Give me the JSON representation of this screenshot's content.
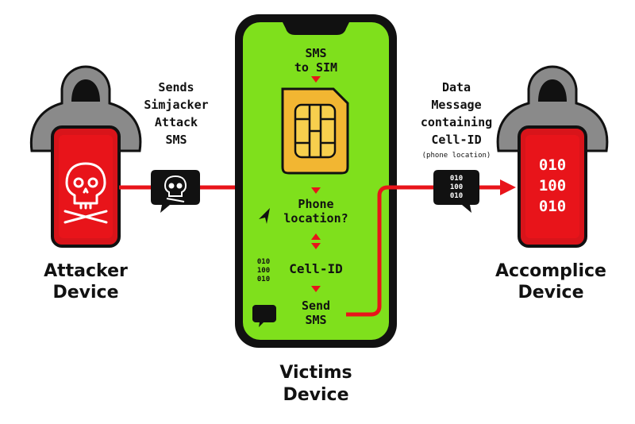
{
  "attacker": {
    "label_line1": "Attacker",
    "label_line2": "Device",
    "step_lines": [
      "Sends",
      "Simjacker",
      "Attack",
      "SMS"
    ]
  },
  "victim": {
    "label_line1": "Victims",
    "label_line2": "Device",
    "sms_to_sim_line1": "SMS",
    "sms_to_sim_line2": "to SIM",
    "phone_location_line1": "Phone",
    "phone_location_line2": "location?",
    "cell_id": "Cell-ID",
    "send_sms_line1": "Send",
    "send_sms_line2": "SMS",
    "binary_rows": [
      "010",
      "100",
      "010"
    ]
  },
  "accomplice": {
    "label_line1": "Accomplice",
    "label_line2": "Device",
    "step_lines": [
      "Data",
      "Message",
      "containing",
      "Cell-ID"
    ],
    "step_note": "(phone location)",
    "screen_binary": [
      "010",
      "100",
      "010"
    ],
    "bubble_binary": [
      "010",
      "100",
      "010"
    ]
  },
  "colors": {
    "attack_red": "#e8141a",
    "phone_red": "#d8141a",
    "screen_green": "#7fe01c",
    "phone_black": "#111111",
    "hood_grey": "#8a8a8a",
    "sim_gold": "#f2b632"
  },
  "icons": [
    "hooded-figure-icon",
    "skull-icon",
    "sim-card-icon",
    "location-arrow-icon",
    "chat-bubble-icon",
    "binary-icon"
  ]
}
